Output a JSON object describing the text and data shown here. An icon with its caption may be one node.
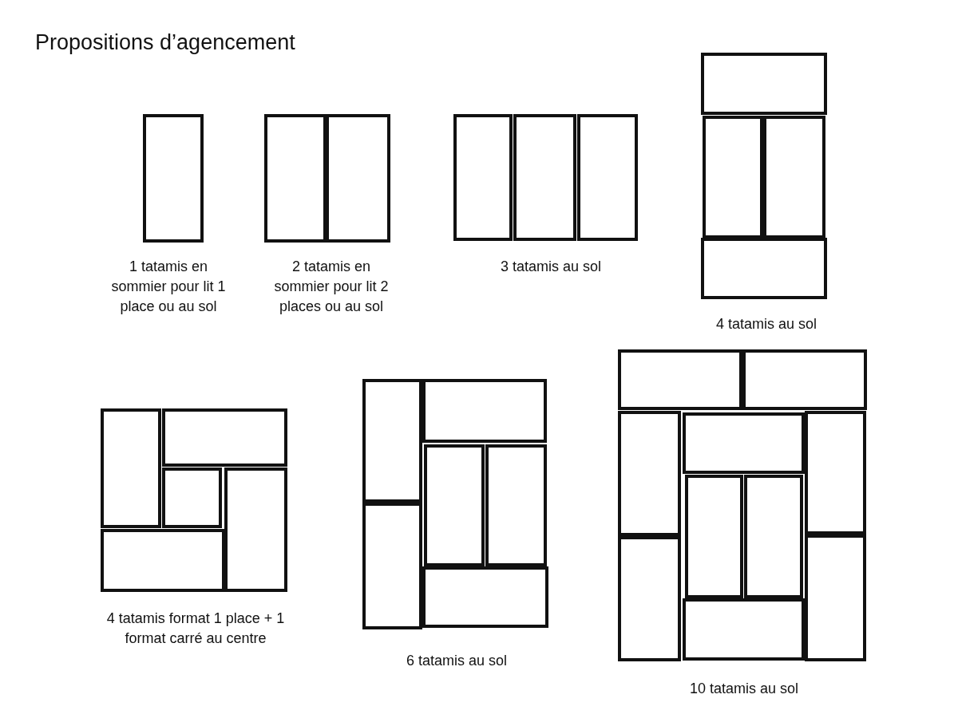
{
  "diagram": {
    "title": "Propositions d’agencement",
    "labels": [
      "1 tatamis en sommier pour lit 1 place ou au sol",
      "2 tatamis en sommier pour lit 2 places ou au sol",
      "3 tatamis au sol",
      "4 tatamis au sol",
      "4 tatamis format 1 place + 1 format carré au centre",
      "6 tatamis au sol",
      "10 tatamis au sol"
    ]
  }
}
